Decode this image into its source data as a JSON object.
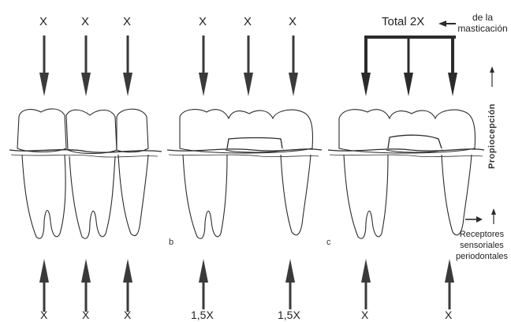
{
  "panel_a": {
    "top_forces": [
      "X",
      "X",
      "X"
    ],
    "bottom_forces": [
      "X",
      "X",
      "X"
    ]
  },
  "panel_b": {
    "letter": "b",
    "top_forces": [
      "X",
      "X",
      "X"
    ],
    "bottom_forces": [
      "1,5X",
      "1,5X"
    ]
  },
  "panel_c": {
    "letter": "c",
    "total_label": "Total 2X",
    "mastication_line1": "de la",
    "mastication_line2": "masticación",
    "bottom_forces": [
      "X",
      "X"
    ]
  },
  "side": {
    "propioception": "Propiocepción",
    "receptors_line1": "Receptores",
    "receptors_line2": "sensoriales",
    "receptors_line3": "periodontales"
  },
  "colors": {
    "ink": "#2b2b2b",
    "arrow": "#3a3a3a",
    "background": "#ffffff"
  }
}
